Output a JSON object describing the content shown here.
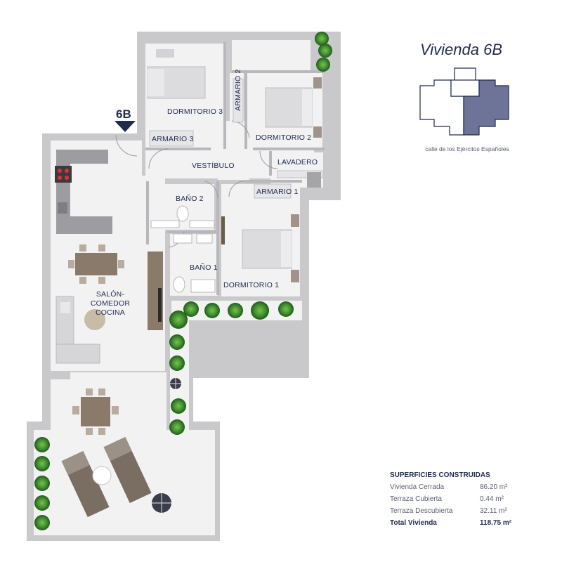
{
  "title": "Vivienda 6B",
  "street": "calle de los Ejércitos Españoles",
  "unit_marker": "6B",
  "rooms": {
    "dormitorio3": "DORMITORIO 3",
    "armario3": "ARMARIO 3",
    "armario2": "ARMARIO 2",
    "dormitorio2": "DORMITORIO 2",
    "vestibulo": "VESTÍBULO",
    "lavadero": "LAVADERO",
    "bano2": "BAÑO 2",
    "armario1": "ARMARIO 1",
    "bano1": "BAÑO 1",
    "dormitorio1": "DORMITORIO 1",
    "salon_line1": "SALÓN-",
    "salon_line2": "COMEDOR",
    "salon_line3": "COCINA"
  },
  "surfaces": {
    "heading": "SUPERFICIES CONSTRUIDAS",
    "rows": [
      {
        "label": "Vivienda Cerrada",
        "value": "86.20 m²"
      },
      {
        "label": "Terraza Cubierta",
        "value": "0.44 m²"
      },
      {
        "label": "Terraza Descubierta",
        "value": "32.11 m²"
      }
    ],
    "total": {
      "label": "Total Vivienda",
      "value": "118.75 m²"
    }
  },
  "colors": {
    "wall": "#c9c9cc",
    "floor": "#f2f2f3",
    "navy": "#1f2a4d",
    "highlight": "#6e7497",
    "plant": "#3f8f2f"
  }
}
